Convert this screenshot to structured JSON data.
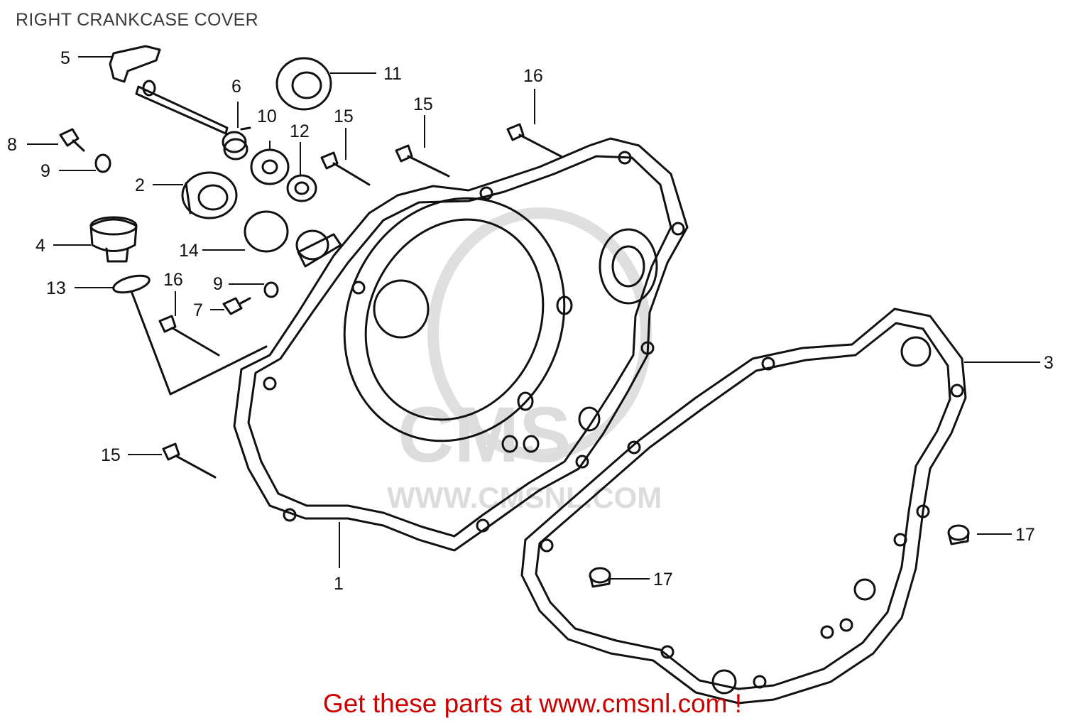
{
  "title": "RIGHT CRANKCASE COVER",
  "footer": "Get these parts at www.cmsnl.com !",
  "watermark": {
    "brand": "CMS",
    "url": "WWW.CMSNL.COM"
  },
  "colors": {
    "line": "#111111",
    "title": "#3c3c3c",
    "footer": "#cc0000",
    "watermark": "#d9d9d9"
  },
  "callouts": [
    "1",
    "2",
    "3",
    "4",
    "5",
    "6",
    "7",
    "8",
    "9",
    "9",
    "10",
    "11",
    "12",
    "13",
    "14",
    "15",
    "15",
    "15",
    "16",
    "16",
    "17",
    "17"
  ]
}
